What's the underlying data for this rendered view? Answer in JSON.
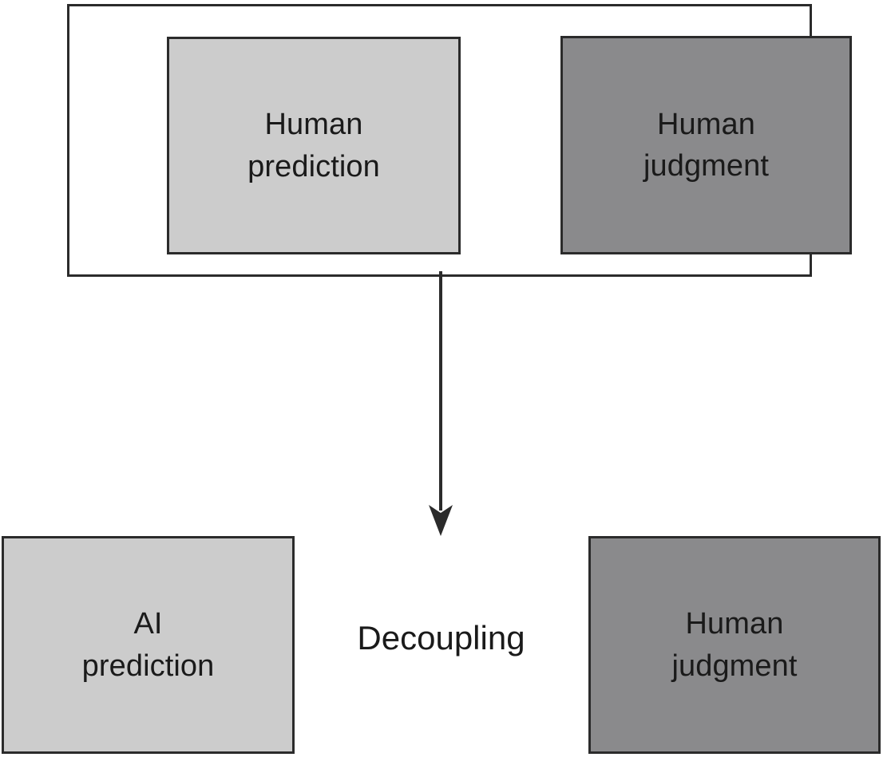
{
  "diagram": {
    "type": "flow-diagram",
    "title": "",
    "background_color": "#ffffff",
    "colors": {
      "light_fill": "#cccccc",
      "dark_fill": "#8a8a8c",
      "stroke": "#2b2b2b",
      "text": "#1a1a1a"
    },
    "group_top": {
      "name": "coupled-group",
      "border_color": "#2b2b2b",
      "fill": "#ffffff",
      "nodes": [
        {
          "id": "human-prediction-top",
          "label": "Human\nprediction",
          "line1": "Human",
          "line2": "prediction",
          "fill": "#cccccc"
        },
        {
          "id": "human-judgment-top",
          "label": "Human\njudgment",
          "line1": "Human",
          "line2": "judgment",
          "fill": "#8a8a8c"
        }
      ]
    },
    "connector": {
      "name": "decoupling-arrow",
      "kind": "down-arrow",
      "color": "#2b2b2b",
      "caption": "Decoupling"
    },
    "group_bottom": {
      "name": "decoupled-group",
      "nodes": [
        {
          "id": "ai-prediction",
          "label": "AI\nprediction",
          "line1": "AI",
          "line2": "prediction",
          "fill": "#cccccc"
        },
        {
          "id": "human-judgment-bottom",
          "label": "Human\njudgment",
          "line1": "Human",
          "line2": "judgment",
          "fill": "#8a8a8c"
        }
      ]
    }
  }
}
